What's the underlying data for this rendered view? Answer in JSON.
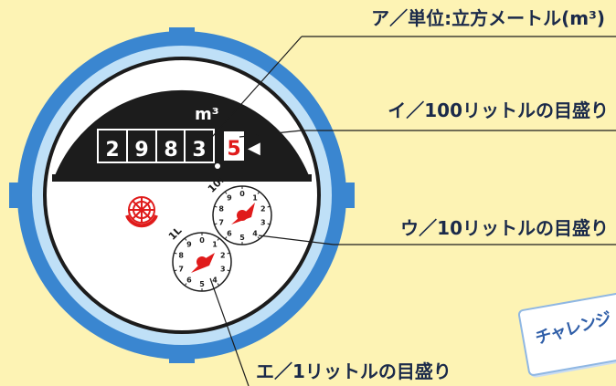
{
  "meter": {
    "unit_label": "m³",
    "unit_superscript_mark": "3",
    "counter_digits": [
      "2",
      "9",
      "8",
      "3"
    ],
    "red_digit": "5",
    "pointer": "◀"
  },
  "dial_10l": {
    "label": "10L",
    "numbers": [
      "0",
      "1",
      "2",
      "3",
      "4",
      "5",
      "6",
      "7",
      "8",
      "9"
    ]
  },
  "dial_1l": {
    "label": "1L",
    "numbers": [
      "0",
      "1",
      "2",
      "3",
      "4",
      "5",
      "6",
      "7",
      "8",
      "9"
    ]
  },
  "callouts": {
    "a": "ア／単位:立方メートル(m³)",
    "i": "イ／100リットルの目盛り",
    "u": "ウ／10リットルの目盛り",
    "e": "エ／1リットルの目盛り"
  },
  "badge_text": "チャレンジ",
  "colors": {
    "background": "#fdf3b4",
    "outer_ring": "#3a86d0",
    "inner_ring": "#bfe0f7",
    "dial_face": "#ffffff",
    "counter_panel": "#1c1c1c",
    "red": "#e01b1b",
    "callout_text": "#1b2a4a"
  }
}
